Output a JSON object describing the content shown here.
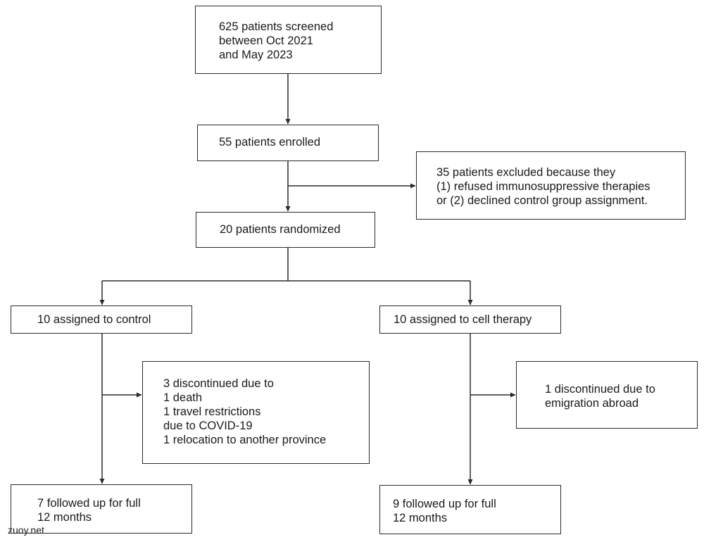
{
  "boxes": {
    "screened": [
      "625 patients screened",
      "between Oct 2021",
      "and May 2023"
    ],
    "enrolled": [
      "55 patients enrolled"
    ],
    "excluded": [
      "35 patients excluded because they",
      "(1) refused immunosuppressive therapies",
      "or (2) declined control group assignment."
    ],
    "randomized": [
      "20 patients randomized"
    ],
    "control": [
      "10 assigned to control"
    ],
    "cell_therapy": [
      "10 assigned to cell therapy"
    ],
    "control_discontinued": [
      "3 discontinued due to",
      "1 death",
      "1 travel restrictions",
      "due to COVID-19",
      "1 relocation to another province"
    ],
    "cell_discontinued": [
      "1 discontinued due to",
      "emigration abroad"
    ],
    "control_followup": [
      "7 followed up for full",
      "12 months"
    ],
    "cell_followup": [
      "9 followed up for full",
      "12 months"
    ]
  },
  "watermark": "zuoy.net",
  "colors": {
    "line": "#2a2a2a",
    "text": "#1a1a1a"
  }
}
